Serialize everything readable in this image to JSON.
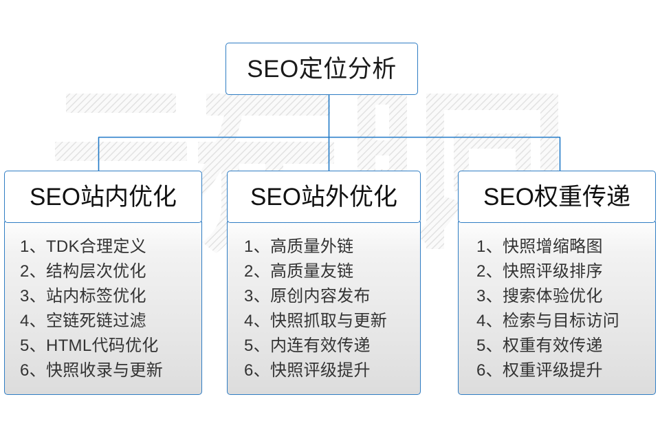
{
  "diagram": {
    "title_node": {
      "label": "SEO定位分析"
    },
    "branches": [
      {
        "header": "SEO站内优化",
        "items": [
          "1、TDK合理定义",
          "2、结构层次优化",
          "3、站内标签优化",
          "4、空链死链过滤",
          "5、HTML代码优化",
          "6、快照收录与更新"
        ]
      },
      {
        "header": "SEO站外优化",
        "items": [
          "1、高质量外链",
          "2、高质量友链",
          "3、原创内容发布",
          "4、快照抓取与更新",
          "5、内连有效传递",
          "6、快照评级提升"
        ]
      },
      {
        "header": "SEO权重传递",
        "items": [
          "1、快照增缩略图",
          "2、快照评级排序",
          "3、搜索体验优化",
          "4、检索与目标访问",
          "5、权重有效传递",
          "6、权重评级提升"
        ]
      }
    ],
    "watermark": {
      "text": "云无限"
    },
    "colors": {
      "border": "#2e7cc3",
      "connector": "#2079c7",
      "text": "#1a1a1a",
      "item_text": "#333333",
      "background": "#ffffff",
      "watermark": "#e6e6e6"
    }
  }
}
